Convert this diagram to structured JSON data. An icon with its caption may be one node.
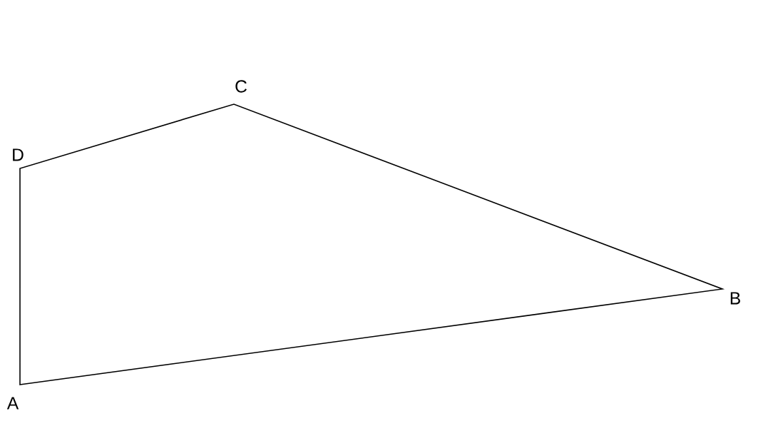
{
  "diagram": {
    "labels": [
      "C",
      "D",
      "B",
      "A"
    ]
  }
}
